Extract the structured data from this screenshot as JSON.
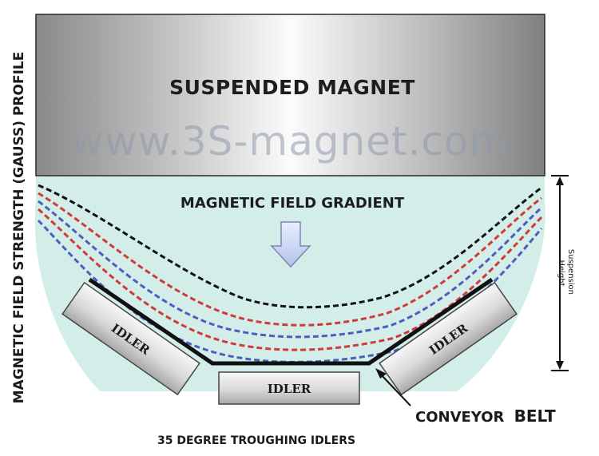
{
  "magnet": {
    "title": "SUSPENDED MAGNET"
  },
  "watermark": "www.3S-magnet.com",
  "field": {
    "title": "MAGNETIC FIELD GRADIENT"
  },
  "idlers": {
    "left": "IDLER",
    "center": "IDLER",
    "right": "IDLER"
  },
  "belt": {
    "label_part1": "CONVEYOR",
    "label_part2": "BELT"
  },
  "troughing": {
    "label": "35 DEGREE TROUGHING IDLERS"
  },
  "axis": {
    "side_label": "MAGNETIC FIELD STRENGTH (GAUSS) PROFILE"
  },
  "suspension": {
    "line1": "Suspension",
    "line2": "Height"
  },
  "colors": {
    "field_zone": "#d3ede8",
    "line_black": "#111111",
    "line_red": "#d03a3a",
    "line_blue": "#4a5fbf",
    "arrow_fill": "#c9d5f0",
    "arrow_stroke": "#7d86b8"
  },
  "field_lines": [
    {
      "color": "black",
      "style": "dashed"
    },
    {
      "color": "red",
      "style": "dashed"
    },
    {
      "color": "blue",
      "style": "dashed"
    },
    {
      "color": "red",
      "style": "dashed"
    },
    {
      "color": "blue",
      "style": "dashed"
    }
  ]
}
